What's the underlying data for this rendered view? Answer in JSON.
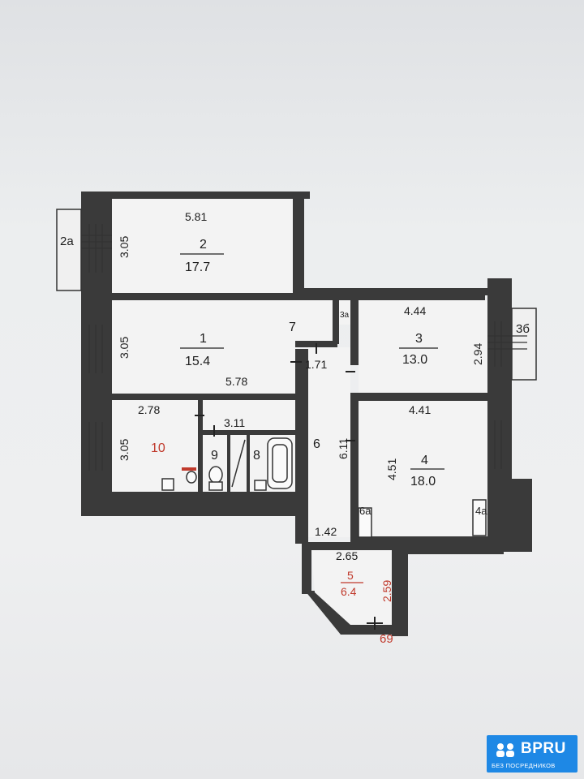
{
  "rooms": {
    "r2": {
      "number": "2",
      "area": "17.7",
      "width": "5.81",
      "height": "3.05"
    },
    "r2a": {
      "number": "2a"
    },
    "r1": {
      "number": "1",
      "area": "15.4",
      "width": "5.78",
      "height": "3.05"
    },
    "r7": {
      "number": "7"
    },
    "r3a": {
      "number": "3a"
    },
    "r3": {
      "number": "3",
      "area": "13.0",
      "width": "4.44",
      "height": "2.94"
    },
    "r3b": {
      "number": "3б"
    },
    "r10": {
      "number": "10",
      "width": "2.78",
      "height": "3.05"
    },
    "bath": {
      "width": "3.11"
    },
    "r9": {
      "number": "9"
    },
    "r8": {
      "number": "8"
    },
    "r6": {
      "number": "6",
      "width": "1.71",
      "length": "6.11",
      "bottom_width": "1.42"
    },
    "r4": {
      "number": "4",
      "area": "18.0",
      "width": "4.41",
      "height": "4.51"
    },
    "r6a": {
      "number": "6a"
    },
    "r4a": {
      "number": "4a"
    },
    "r5": {
      "number": "5",
      "area": "6.4",
      "width": "2.65",
      "height": "2.59"
    },
    "r69": {
      "number": "69"
    }
  },
  "colors": {
    "wall": "#3a3a3a",
    "red": "#c0392b",
    "logo": "#1e88e5"
  },
  "logo": {
    "brand": "BPRU",
    "subtitle": "БЕЗ ПОСРЕДНИКОВ"
  }
}
